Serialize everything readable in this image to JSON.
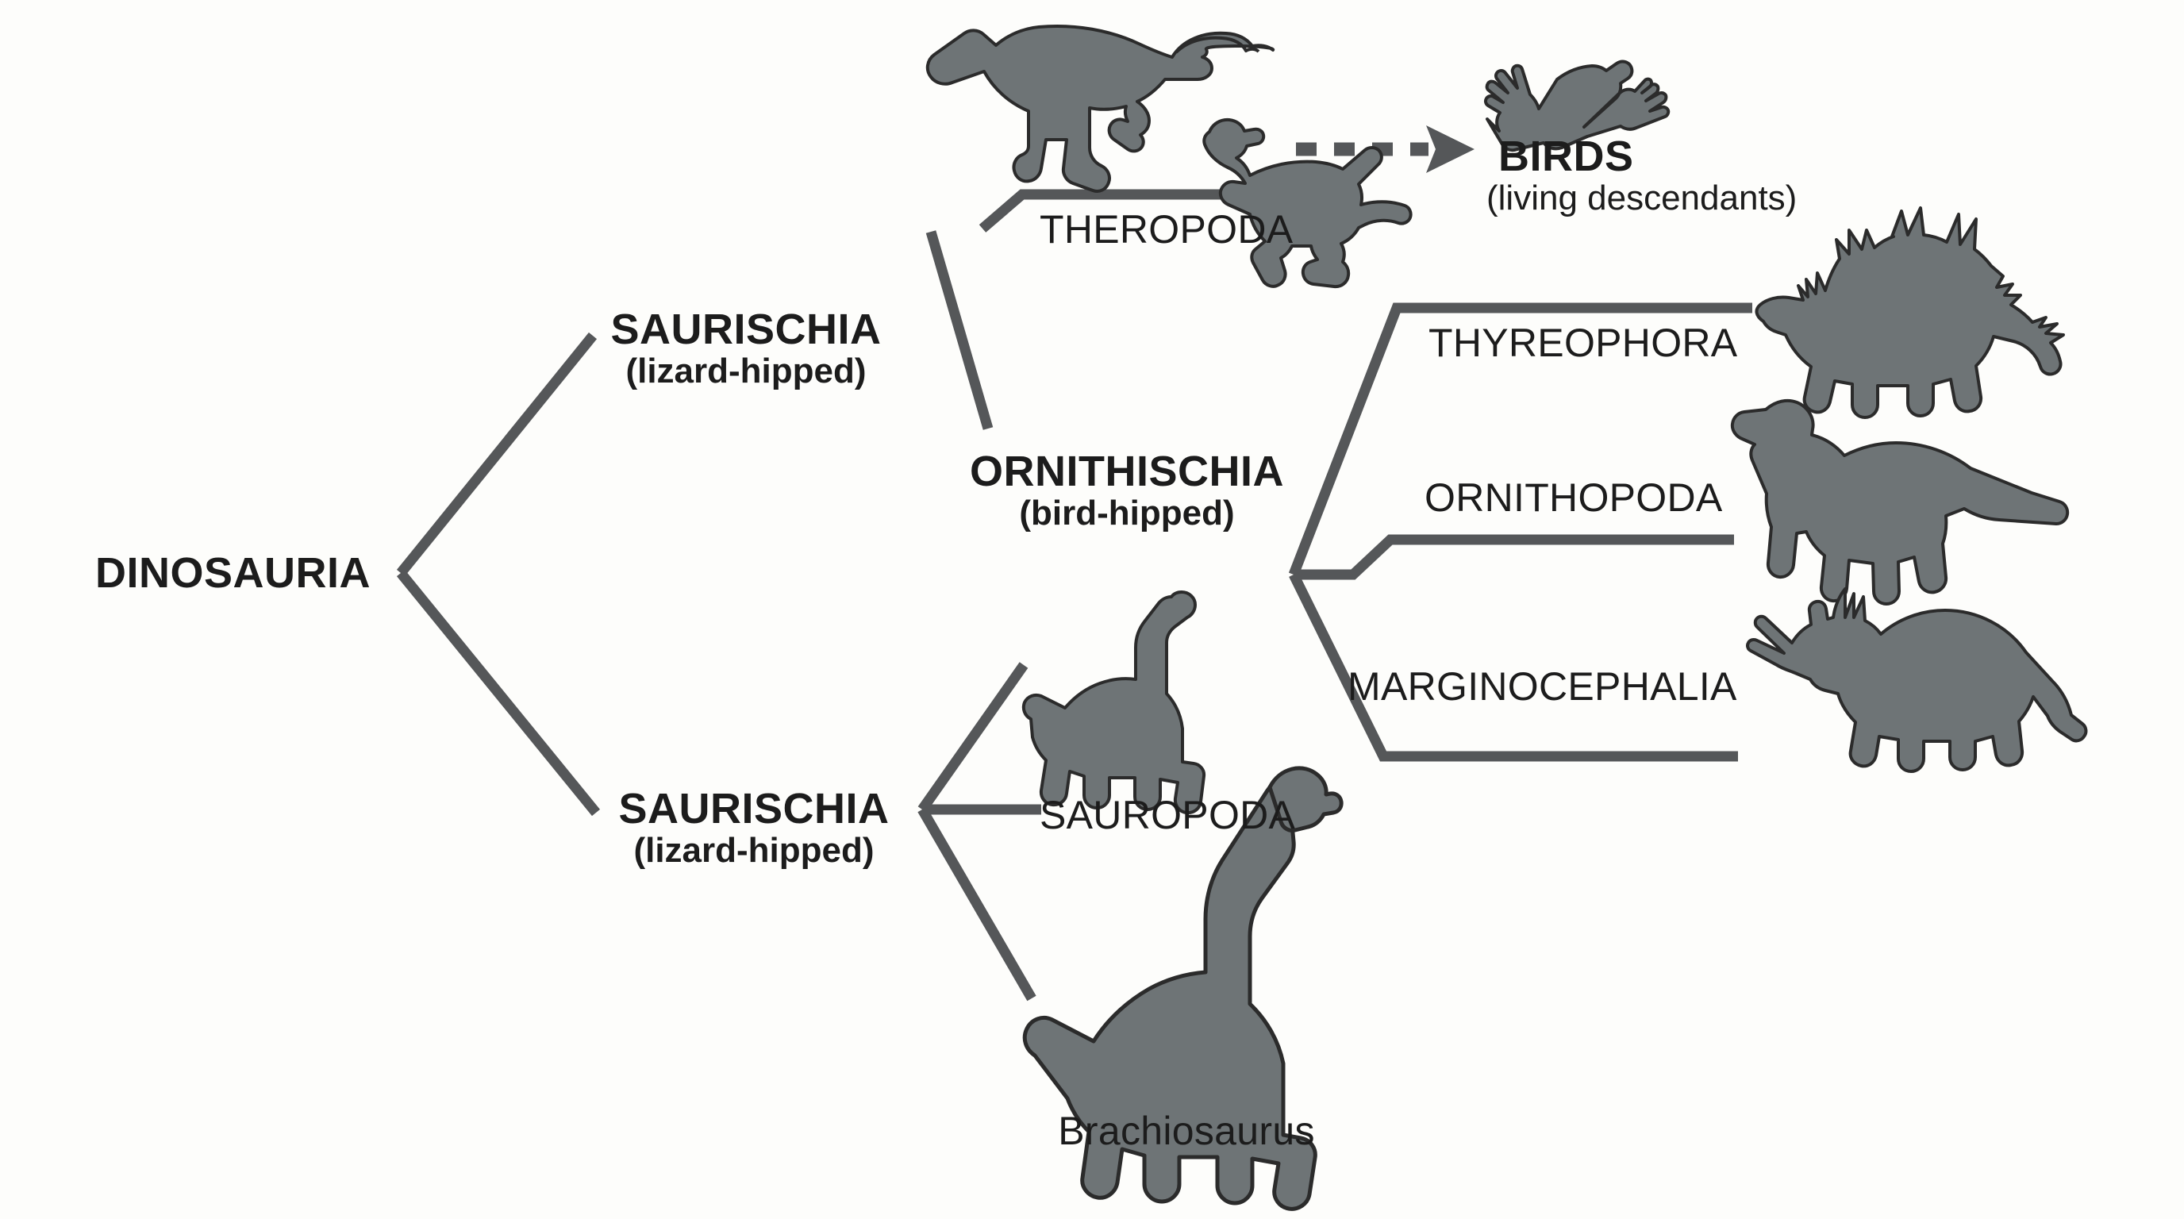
{
  "diagram": {
    "title_text": "DINOSAURIA",
    "type": "cladogram",
    "background_color": "#fdfdfb",
    "line_color": "#555759",
    "silhouette_fill": "#6e7476",
    "silhouette_stroke": "#2b2b2b",
    "text_color": "#1c1c1c"
  },
  "nodes": {
    "root": {
      "label": "DINOSAURIA"
    },
    "saurischia_upper": {
      "label": "SAURISCHIA",
      "subtitle": "(lizard-hipped)"
    },
    "saurischia_lower": {
      "label": "SAURISCHIA",
      "subtitle": "(lizard-hipped)"
    },
    "ornithischia": {
      "label": "ORNITHISCHIA",
      "subtitle": "(bird-hipped)"
    }
  },
  "clades": {
    "theropoda": {
      "label": "THEROPODA"
    },
    "thyreophora": {
      "label": "THYREOPHORA"
    },
    "ornithopoda": {
      "label": "ORNITHOPODA"
    },
    "marginocephalia": {
      "label": "MARGINOCEPHALIA"
    },
    "sauropoda": {
      "label": "SAUROPODA"
    }
  },
  "terminals": {
    "birds": {
      "label": "BIRDS",
      "subtitle": "(living descendants)"
    },
    "brachiosaurus": {
      "label": "Brachiosaurus"
    }
  },
  "silhouettes": [
    {
      "name": "tyrannosaurus-silhouette",
      "clade": "theropoda"
    },
    {
      "name": "raptor-silhouette",
      "clade": "theropoda"
    },
    {
      "name": "bird-silhouette",
      "clade": "birds"
    },
    {
      "name": "stegosaurus-silhouette",
      "clade": "thyreophora"
    },
    {
      "name": "hadrosaur-silhouette",
      "clade": "ornithopoda"
    },
    {
      "name": "triceratops-silhouette",
      "clade": "marginocephalia"
    },
    {
      "name": "sauropod-silhouette",
      "clade": "sauropoda"
    },
    {
      "name": "brachiosaurus-silhouette",
      "clade": "brachiosaurus"
    }
  ]
}
